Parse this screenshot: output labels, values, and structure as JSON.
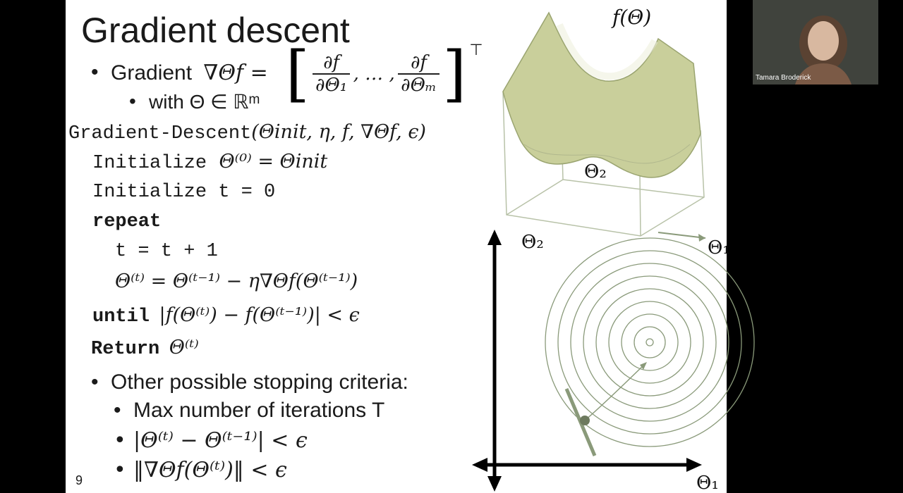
{
  "slide": {
    "title": "Gradient descent",
    "gradient_label": "Gradient",
    "gradient_lhs": "∇Θf =",
    "frac_num": "∂f",
    "frac_den_1": "∂Θ₁",
    "frac_sep": ", … ,",
    "frac_den_m": "∂Θₘ",
    "transpose": "⊤",
    "with_text": "with Θ ∈ ℝᵐ",
    "algo_signature_name": "Gradient-Descent",
    "algo_signature_args": "(Θinit, η, f, ∇Θf, ϵ)",
    "init_theta_kw": "Initialize",
    "init_theta_expr": "Θ⁽⁰⁾ = Θinit",
    "init_t": "Initialize t = 0",
    "repeat_kw": "repeat",
    "t_update": "t = t + 1",
    "theta_update": "Θ⁽ᵗ⁾ = Θ⁽ᵗ⁻¹⁾ − η∇Θf(Θ⁽ᵗ⁻¹⁾)",
    "until_kw": "until",
    "until_expr": "|f(Θ⁽ᵗ⁾) − f(Θ⁽ᵗ⁻¹⁾)| < ϵ",
    "return_kw": "Return",
    "return_expr": "Θ⁽ᵗ⁾",
    "other_criteria": "Other possible stopping criteria:",
    "crit_1": "Max number of iterations T",
    "crit_2": "|Θ⁽ᵗ⁾ − Θ⁽ᵗ⁻¹⁾| < ϵ",
    "crit_3": "‖∇Θf(Θ⁽ᵗ⁾)‖ < ϵ",
    "page_number": "9"
  },
  "surface_plot": {
    "f_label": "f(Θ)",
    "theta2_label": "Θ₂",
    "theta1_label": "Θ₁",
    "surface_color": "#c9cf9b"
  },
  "contour_plot": {
    "y_axis_label": "Θ₂",
    "x_axis_label": "Θ₁",
    "ring_count": 9,
    "line_color": "#8a9a7a"
  },
  "webcam": {
    "participant_name": "Tamara Broderick"
  }
}
